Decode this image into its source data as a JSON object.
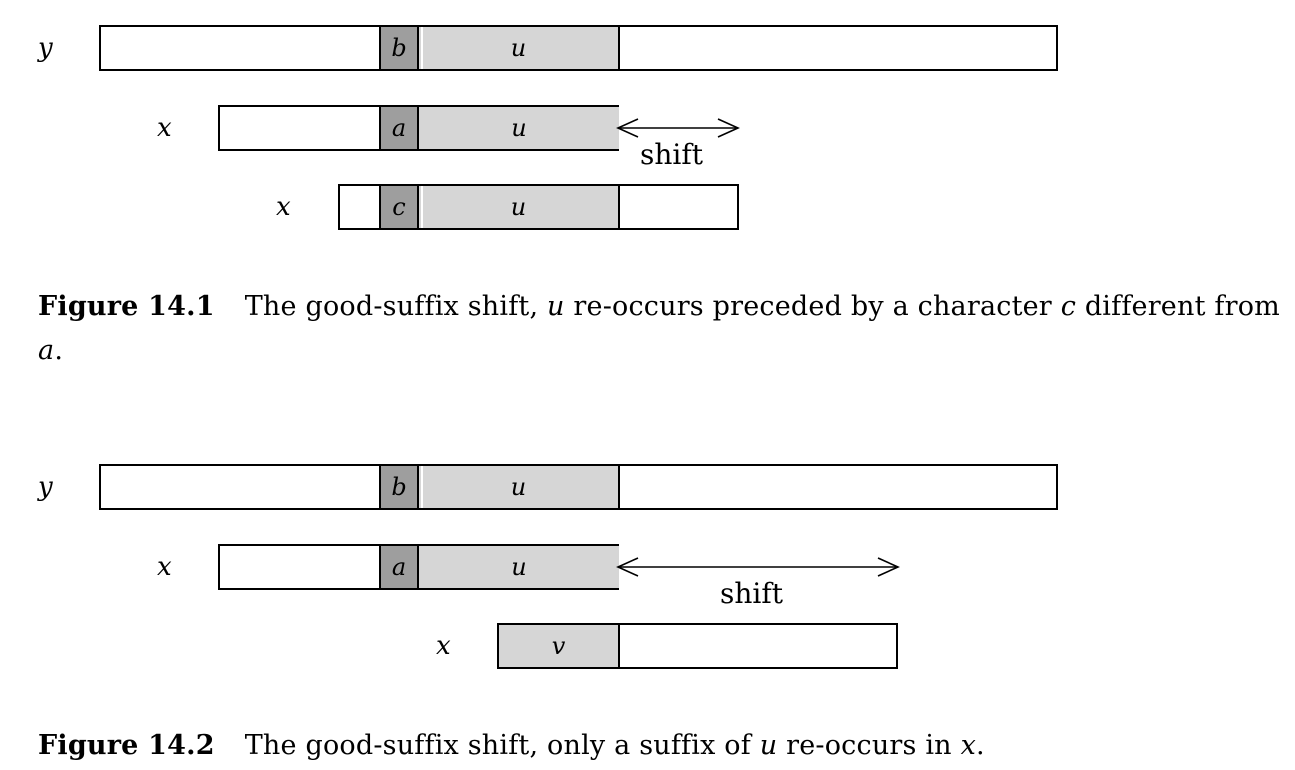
{
  "figure1": {
    "rows": {
      "y": {
        "label": "y",
        "mismatch_char": "b",
        "suffix_label": "u"
      },
      "x1": {
        "label": "x",
        "mismatch_char": "a",
        "suffix_label": "u"
      },
      "x2": {
        "label": "x",
        "mismatch_char": "c",
        "suffix_label": "u"
      }
    },
    "shift_label": "shift",
    "caption": {
      "number": "Figure 14.1",
      "text_parts": [
        "The good-suffix shift, ",
        "u",
        " re-occurs preceded by a character ",
        "c",
        " different from ",
        "a",
        "."
      ]
    }
  },
  "figure2": {
    "rows": {
      "y": {
        "label": "y",
        "mismatch_char": "b",
        "suffix_label": "u"
      },
      "x1": {
        "label": "x",
        "mismatch_char": "a",
        "suffix_label": "u"
      },
      "x2": {
        "label": "x",
        "suffix_label": "v"
      }
    },
    "shift_label": "shift",
    "caption": {
      "number": "Figure 14.2",
      "text_parts": [
        "The good-suffix shift, only a suffix of ",
        "u",
        " re-occurs in ",
        "x",
        "."
      ]
    }
  }
}
